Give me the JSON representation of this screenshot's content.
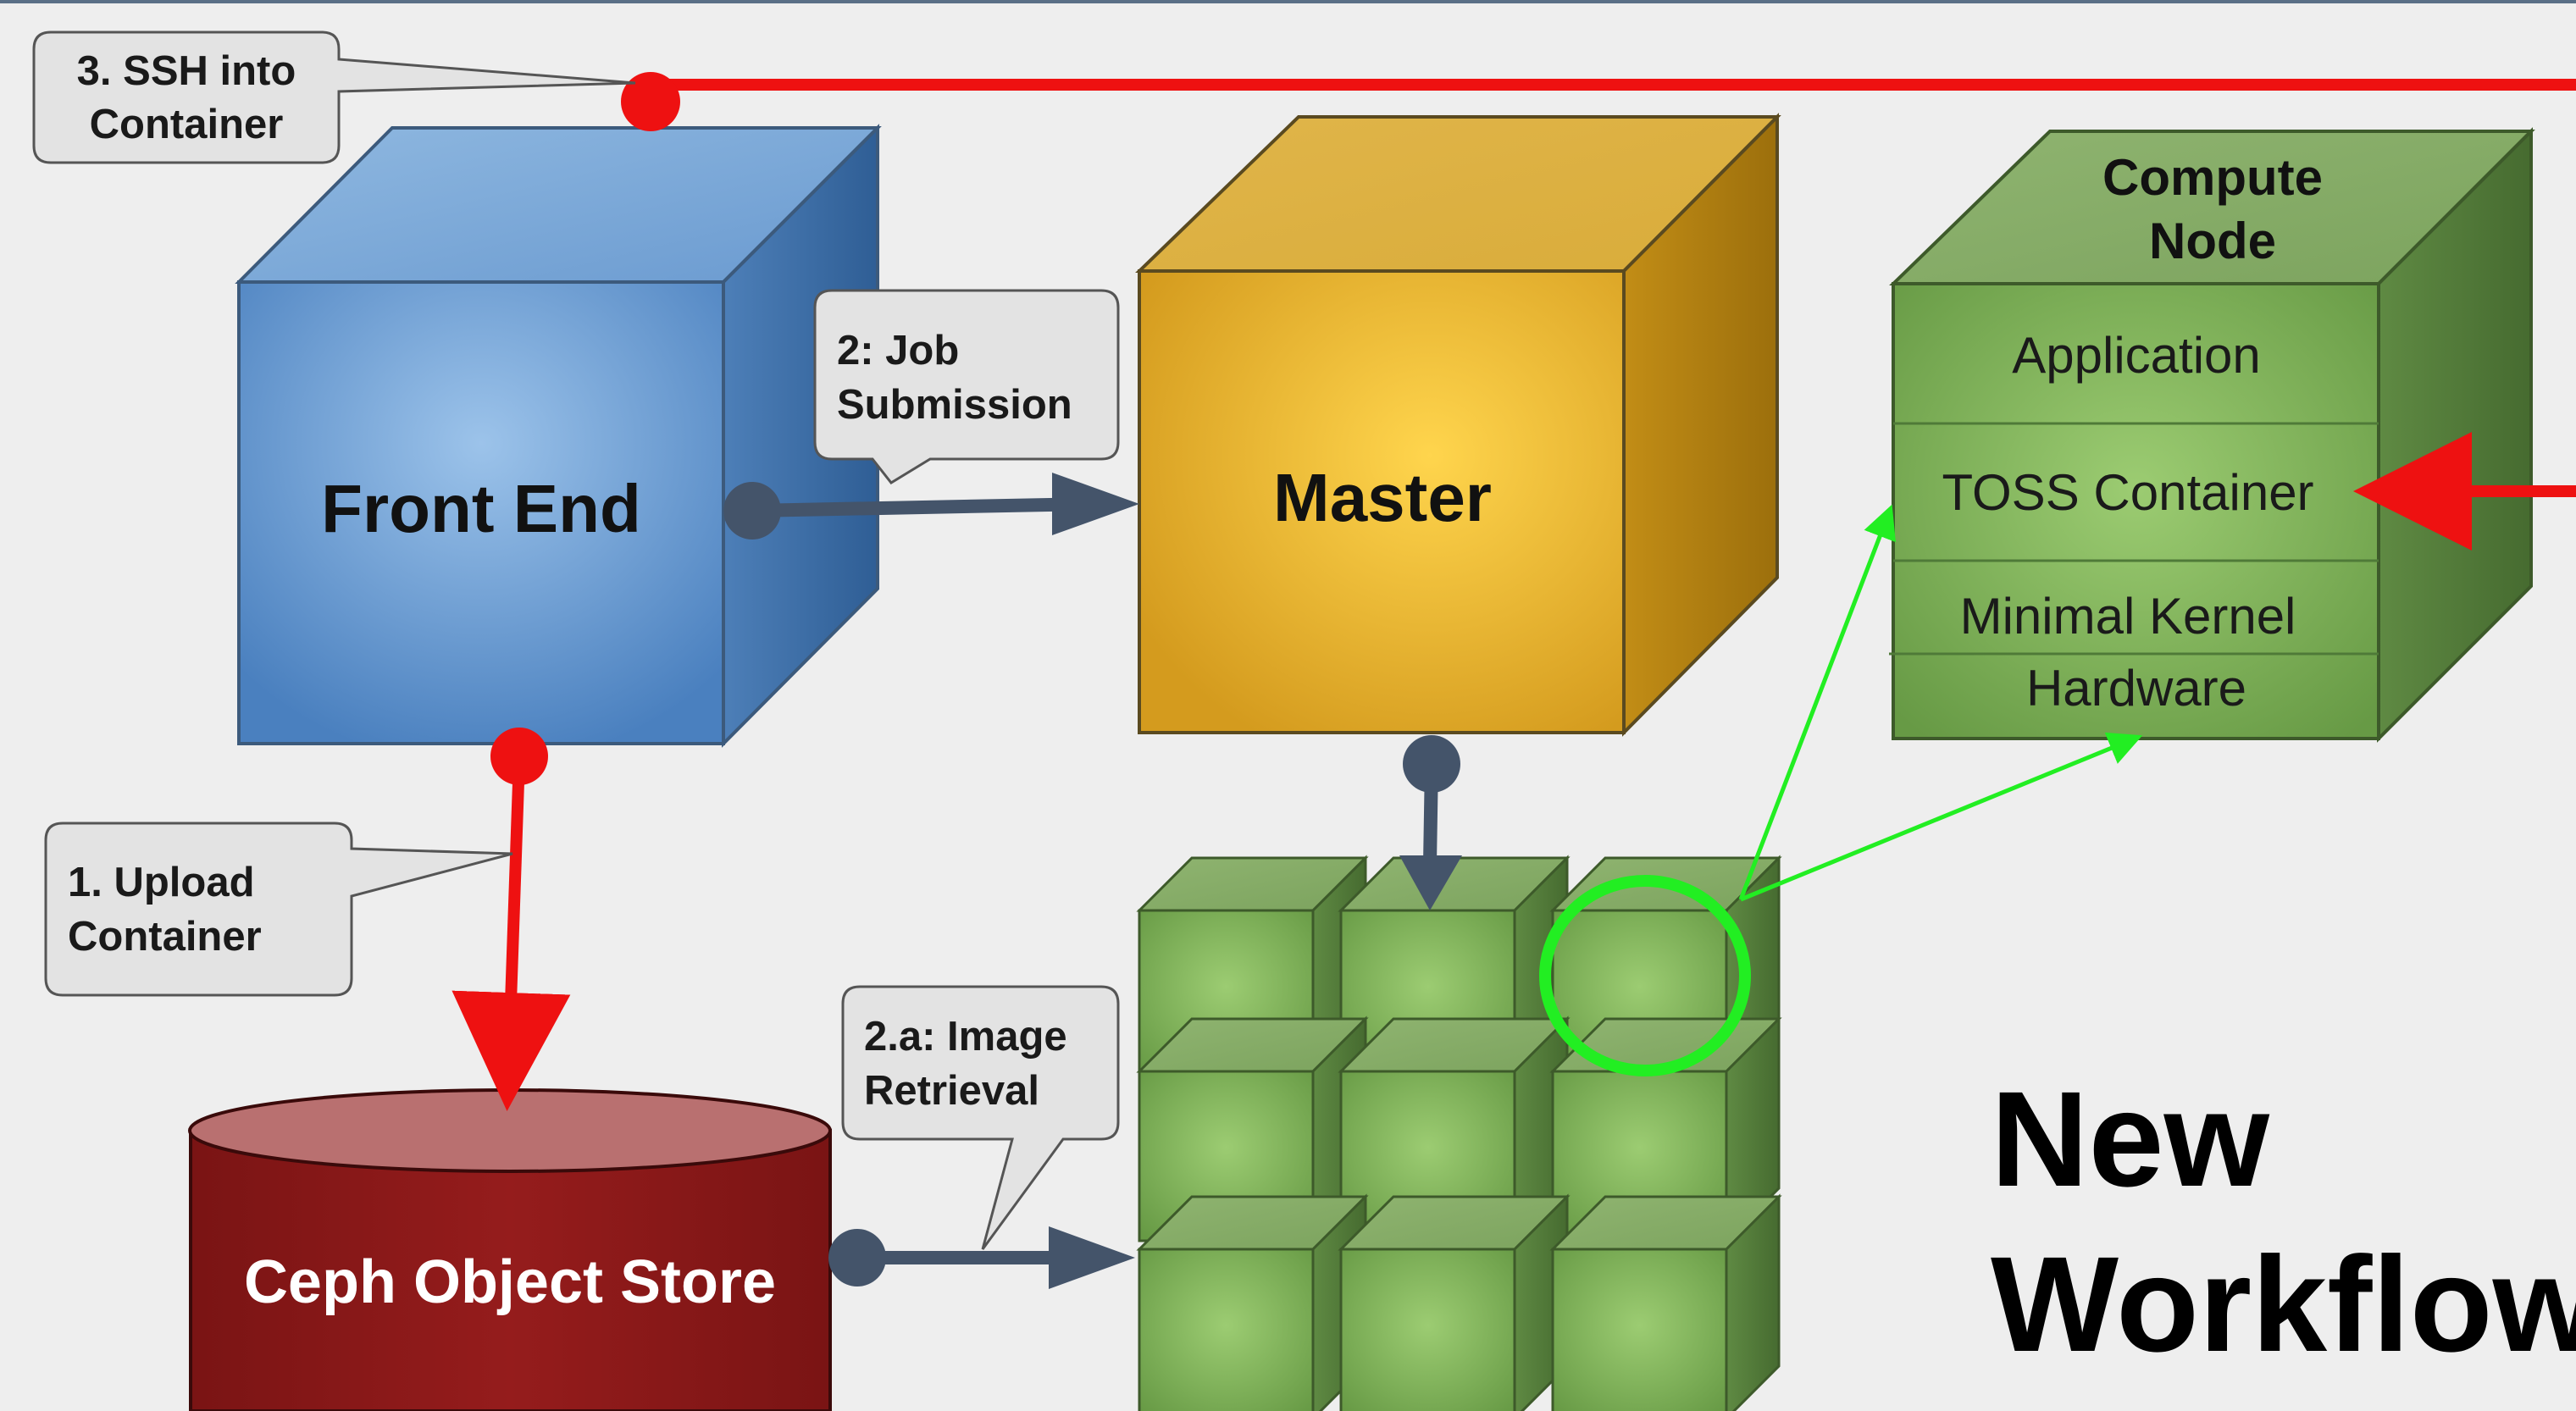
{
  "title": {
    "line1": "New",
    "line2": "Workflow"
  },
  "nodes": {
    "front_end": "Front End",
    "master": "Master",
    "ceph": "Ceph Object Store",
    "compute_node": {
      "title_line1": "Compute",
      "title_line2": "Node",
      "layers": [
        "Application",
        "TOSS Container",
        "Minimal Kernel",
        "Hardware"
      ]
    }
  },
  "callouts": {
    "ssh": {
      "line1": "3. SSH into",
      "line2": "Container"
    },
    "upload": {
      "line1": "1. Upload",
      "line2": "Container"
    },
    "job": {
      "line1": "2: Job",
      "line2": "Submission"
    },
    "image": {
      "line1": "2.a: Image",
      "line2": "Retrieval"
    }
  },
  "colors": {
    "background": "#eeeeee",
    "front_end": "#5b8fc7",
    "master": "#e0a52a",
    "ceph": "#8b1a1a",
    "compute": "#6f9e4d",
    "cluster_highlight": "#22ee22",
    "red_arrow": "#ee1111",
    "dark_arrow": "#44546a"
  }
}
